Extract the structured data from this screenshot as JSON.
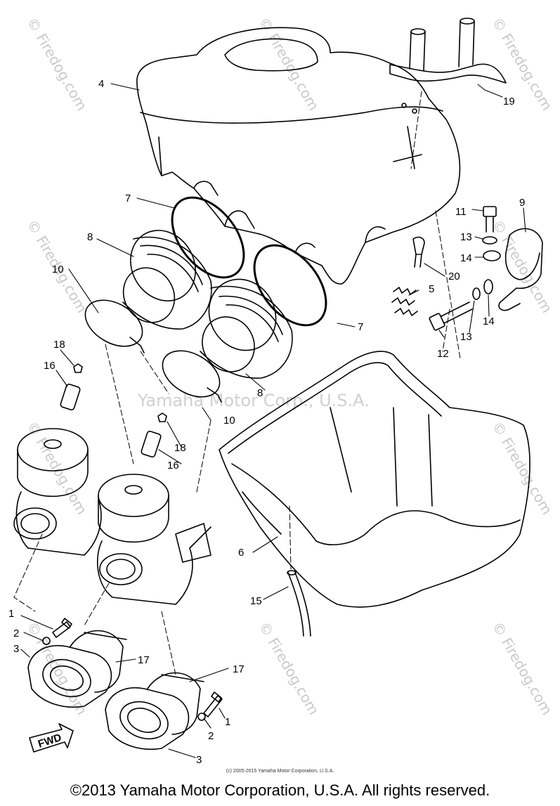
{
  "diagram": {
    "part_labels": [
      "1",
      "2",
      "3",
      "4",
      "5",
      "6",
      "7",
      "8",
      "9",
      "10",
      "11",
      "12",
      "13",
      "14",
      "15",
      "16",
      "17",
      "18",
      "19",
      "20"
    ],
    "fwd_label": "FWD"
  },
  "watermarks": {
    "site": "© Firedog.com",
    "center": "Yamaha Motor Corp., U.S.A."
  },
  "footer": {
    "fine_print": "(c) 2005-2015 Yamaha Motor Corporation, U.S.A.",
    "copyright": "©2013 Yamaha Motor Corporation, U.S.A. All rights reserved."
  }
}
